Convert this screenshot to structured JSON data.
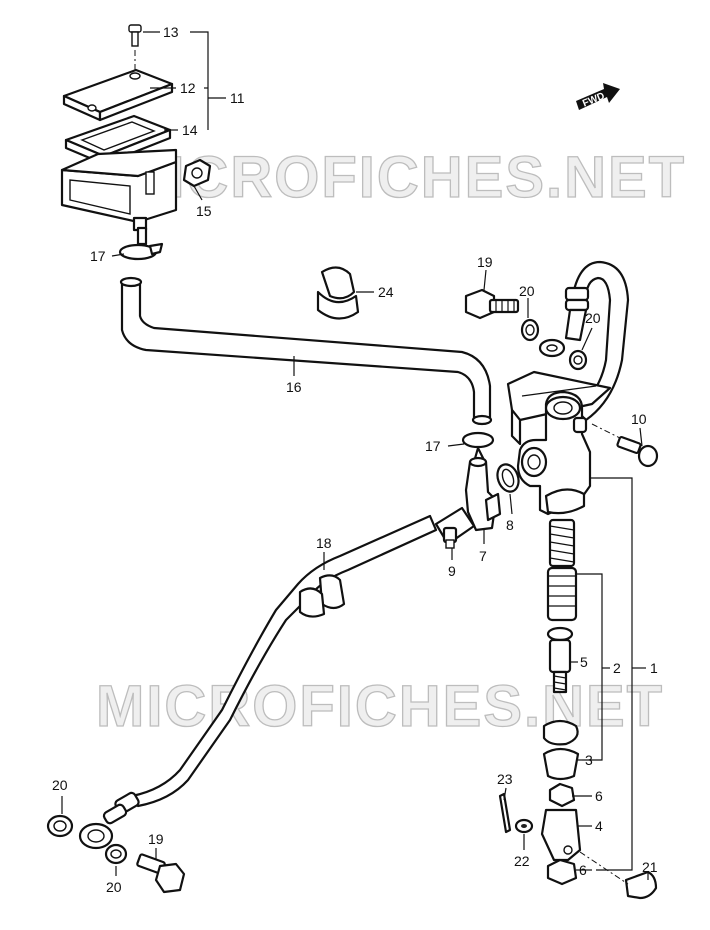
{
  "watermark": "MICROFICHES.NET",
  "direction_badge": "FWD",
  "callouts": {
    "c1": "1",
    "c2": "2",
    "c3": "3",
    "c4": "4",
    "c5": "5",
    "c6a": "6",
    "c6b": "6",
    "c7": "7",
    "c8": "8",
    "c9": "9",
    "c10": "10",
    "c11": "11",
    "c12": "12",
    "c13": "13",
    "c14": "14",
    "c15": "15",
    "c16": "16",
    "c17a": "17",
    "c17b": "17",
    "c18": "18",
    "c19a": "19",
    "c19b": "19",
    "c20a": "20",
    "c20b": "20",
    "c20c": "20",
    "c20d": "20",
    "c21": "21",
    "c22": "22",
    "c23": "23",
    "c24": "24"
  },
  "colors": {
    "line": "#111111",
    "watermark": "#bdbdbd",
    "background": "#ffffff"
  }
}
